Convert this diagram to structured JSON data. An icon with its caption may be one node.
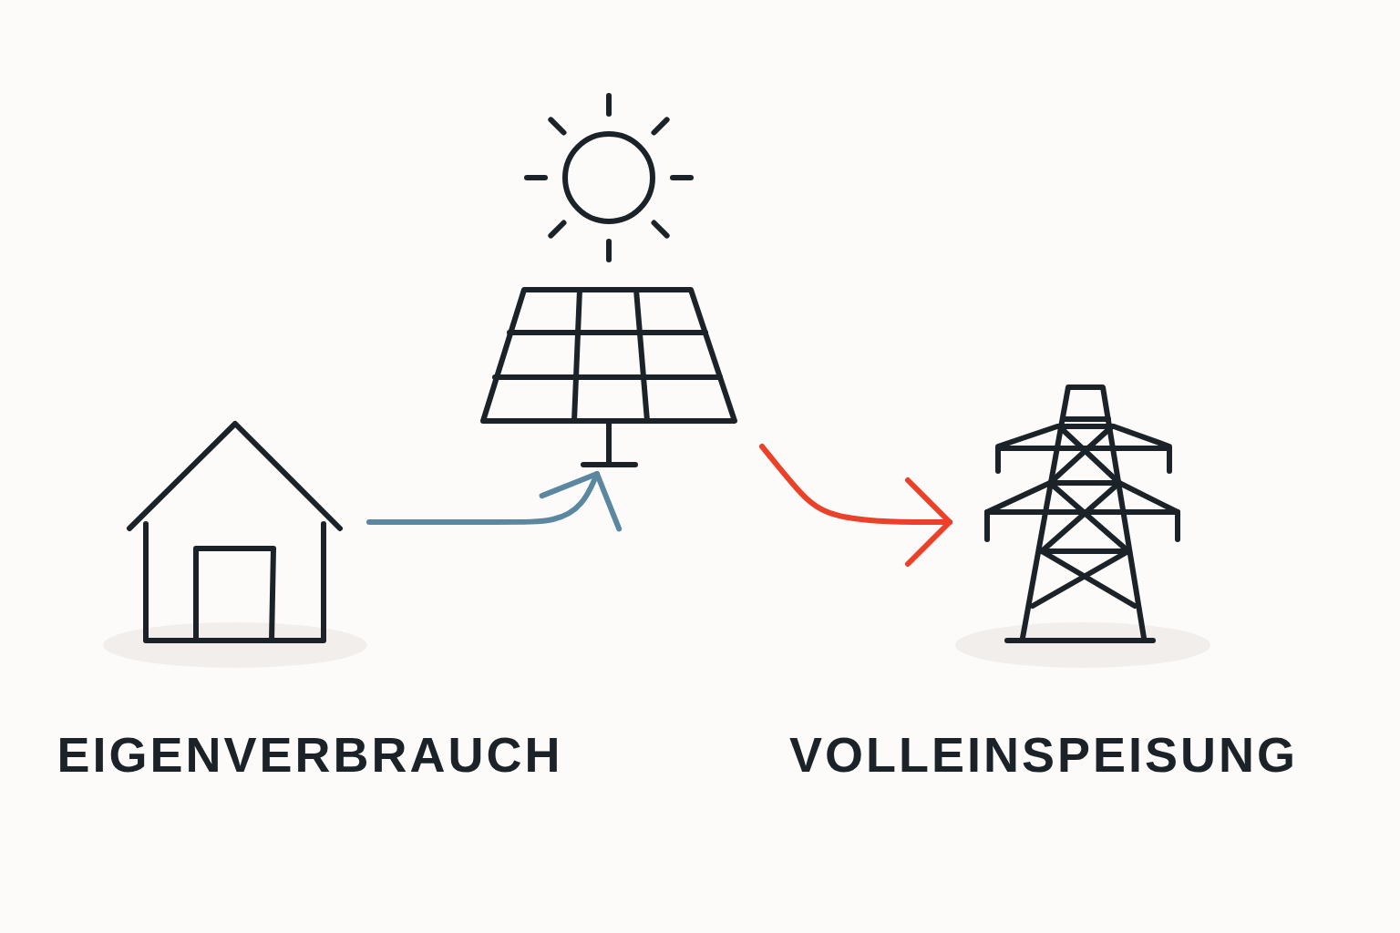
{
  "diagram": {
    "nodes": [
      {
        "text": [
          "EIGENVERBRAUCH"
        ]
      },
      {
        "text": [],
        "shape": "picture"
      },
      {
        "text": [
          "VOLLEINSPEISUNG"
        ]
      }
    ],
    "edges": [
      {
        "from": 0,
        "to": 1,
        "arrow": "to",
        "color": "#5b88a0"
      },
      {
        "from": 1,
        "to": 2,
        "arrow": "to",
        "color": "#ea4128"
      }
    ]
  }
}
